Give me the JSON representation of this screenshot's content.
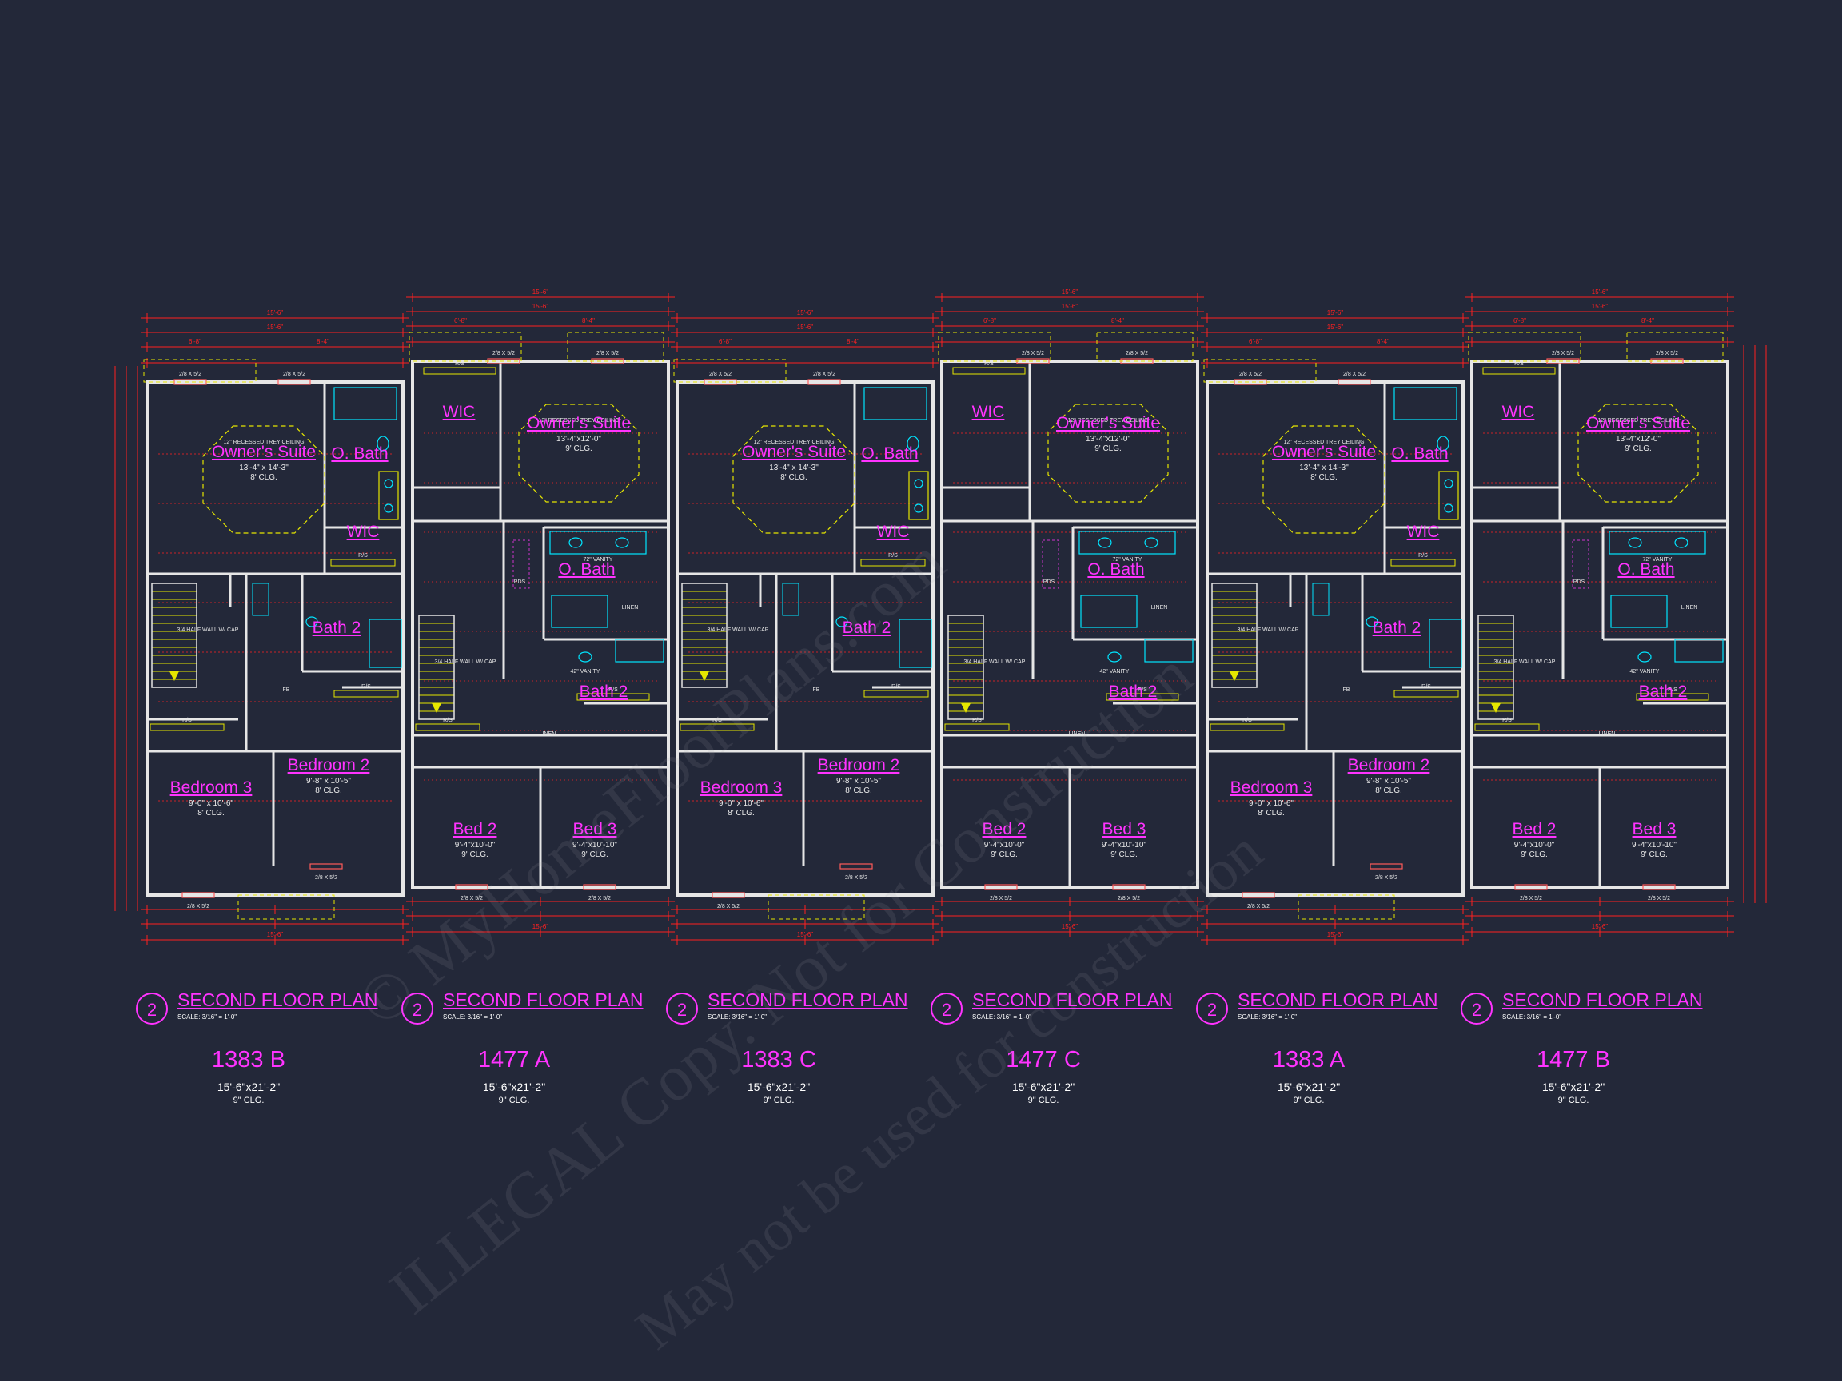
{
  "plans": [
    {
      "id": "1383 B",
      "size": "15'-6\"x21'-2\"",
      "clg": "9\" CLG.",
      "title": "SECOND FLOOR PLAN",
      "number": "2",
      "scale": "SCALE: 3/16\" = 1'-0\"",
      "rooms": [
        {
          "name": "Owner's Suite",
          "dim": "13'-4\" x 14'-3\"",
          "clg": "8' CLG."
        },
        {
          "name": "O. Bath"
        },
        {
          "name": "WIC"
        },
        {
          "name": "Bath 2"
        },
        {
          "name": "Bedroom 2",
          "dim": "9'-8\" x 10'-5\"",
          "clg": "8' CLG."
        },
        {
          "name": "Bedroom 3",
          "dim": "9'-0\" x 10'-6\"",
          "clg": "8' CLG."
        }
      ]
    },
    {
      "id": "1477 A",
      "size": "15'-6\"x21'-2\"",
      "clg": "9\" CLG.",
      "title": "SECOND FLOOR PLAN",
      "number": "2",
      "scale": "SCALE: 3/16\" = 1'-0\"",
      "rooms": [
        {
          "name": "WIC"
        },
        {
          "name": "Owner's Suite",
          "dim": "13'-4\"x12'-0\"",
          "clg": "9' CLG."
        },
        {
          "name": "O. Bath"
        },
        {
          "name": "Bath 2"
        },
        {
          "name": "Bed 2",
          "dim": "9'-4\"x10'-0\"",
          "clg": "9' CLG."
        },
        {
          "name": "Bed 3",
          "dim": "9'-4\"x10'-10\"",
          "clg": "9' CLG."
        }
      ]
    },
    {
      "id": "1383 C",
      "size": "15'-6\"x21'-2\"",
      "clg": "9\" CLG.",
      "title": "SECOND FLOOR PLAN",
      "number": "2",
      "scale": "SCALE: 3/16\" = 1'-0\"",
      "rooms": [
        {
          "name": "Owner's Suite",
          "dim": "13'-4\" x 14'-3\"",
          "clg": "8' CLG."
        },
        {
          "name": "O. Bath"
        },
        {
          "name": "WIC"
        },
        {
          "name": "Bath 2"
        },
        {
          "name": "Bedroom 2",
          "dim": "9'-8\" x 10'-5\"",
          "clg": "8' CLG."
        },
        {
          "name": "Bedroom 3",
          "dim": "9'-0\" x 10'-6\"",
          "clg": "8' CLG."
        }
      ]
    },
    {
      "id": "1477 C",
      "size": "15'-6\"x21'-2\"",
      "clg": "9\" CLG.",
      "title": "SECOND FLOOR PLAN",
      "number": "2",
      "scale": "SCALE: 3/16\" = 1'-0\"",
      "rooms": [
        {
          "name": "WIC"
        },
        {
          "name": "Owner's Suite",
          "dim": "13'-4\"x12'-0\"",
          "clg": "9' CLG."
        },
        {
          "name": "O. Bath"
        },
        {
          "name": "Bath 2"
        },
        {
          "name": "Bed 2",
          "dim": "9'-4\"x10'-0\"",
          "clg": "9' CLG."
        },
        {
          "name": "Bed 3",
          "dim": "9'-4\"x10'-10\"",
          "clg": "9' CLG."
        }
      ]
    },
    {
      "id": "1383 A",
      "size": "15'-6\"x21'-2\"",
      "clg": "9\" CLG.",
      "title": "SECOND FLOOR PLAN",
      "number": "2",
      "scale": "SCALE: 3/16\" = 1'-0\"",
      "rooms": [
        {
          "name": "Owner's Suite",
          "dim": "13'-4\" x 14'-3\"",
          "clg": "8' CLG."
        },
        {
          "name": "O. Bath"
        },
        {
          "name": "WIC"
        },
        {
          "name": "Bath 2"
        },
        {
          "name": "Bedroom 2",
          "dim": "9'-8\" x 10'-5\"",
          "clg": "8' CLG."
        },
        {
          "name": "Bedroom 3",
          "dim": "9'-0\" x 10'-6\"",
          "clg": "8' CLG."
        }
      ]
    },
    {
      "id": "1477 B",
      "size": "15'-6\"x21'-2\"",
      "clg": "9\" CLG.",
      "title": "SECOND FLOOR PLAN",
      "number": "2",
      "scale": "SCALE: 3/16\" = 1'-0\"",
      "rooms": [
        {
          "name": "WIC"
        },
        {
          "name": "Owner's Suite",
          "dim": "13'-4\"x12'-0\"",
          "clg": "9' CLG."
        },
        {
          "name": "O. Bath"
        },
        {
          "name": "Bath 2"
        },
        {
          "name": "Bed 2",
          "dim": "9'-4\"x10'-0\"",
          "clg": "9' CLG."
        },
        {
          "name": "Bed 3",
          "dim": "9'-4\"x10'-10\"",
          "clg": "9' CLG."
        }
      ]
    }
  ],
  "annotations": {
    "recessed": "12\" RECESSED TREY CEILING",
    "window": "2/8 X 5/2",
    "vanity": "72\" VANITY",
    "vanity_small": "42\" VANITY",
    "linen": "LINEN",
    "rs": "R/S",
    "fb": "FB",
    "pds": "PDS",
    "half_wall": "3/4 HALF WALL W/ CAP",
    "dim_top": "15'-6\"",
    "dim_sub_a": "6'-8\"",
    "dim_sub_b": "8'-4\""
  },
  "watermark": {
    "line1": "© MyHomeFloorPlans.com",
    "line2": "ILLEGAL Copy. Not for Construction",
    "line3": "May not be used for construction"
  },
  "colors": {
    "background": "#232839",
    "wall": "#e6e6e6",
    "dimension": "#ff2020",
    "room_label": "#ff33ff",
    "fixture": "#00e5ff",
    "hatch": "#e6e600"
  }
}
